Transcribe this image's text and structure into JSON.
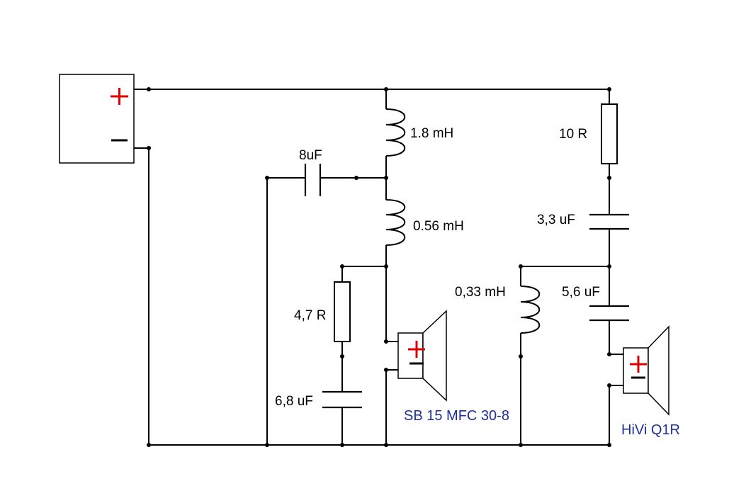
{
  "colors": {
    "wire": "#000000",
    "plus_sign": "#e00000",
    "speaker_label": "#1f2f9a"
  },
  "components": {
    "l1": "1.8 mH",
    "c1": "8uF",
    "l2": "0.56 mH",
    "r1": "4,7 R",
    "c2": "6,8 uF",
    "r2": "10 R",
    "c3": "3,3 uF",
    "l3": "0,33 mH",
    "c4": "5,6 uF"
  },
  "speakers": {
    "woofer": "SB 15 MFC 30-8",
    "tweeter": "HiVi Q1R"
  }
}
